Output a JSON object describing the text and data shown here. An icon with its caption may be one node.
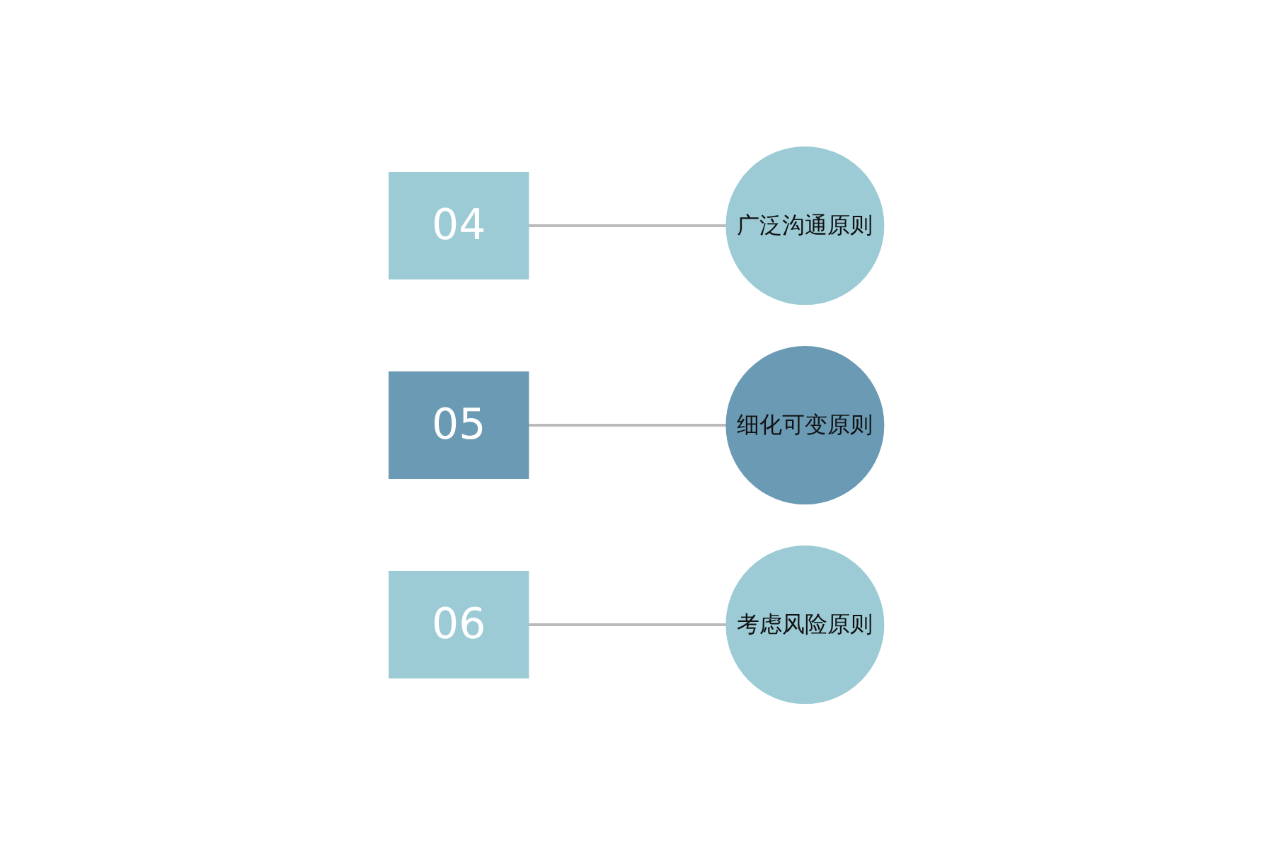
{
  "diagram": {
    "nodes": [
      {
        "text": [
          "04"
        ]
      },
      {
        "text": [
          "广泛沟通原则"
        ]
      },
      {
        "text": [
          "05"
        ]
      },
      {
        "text": [
          "细化可变原则"
        ]
      },
      {
        "text": [
          "06"
        ]
      },
      {
        "text": [
          "考虑风险原则"
        ]
      }
    ],
    "edges": [
      {
        "from": 0,
        "to": 1,
        "arrow": "none"
      },
      {
        "from": 2,
        "to": 3,
        "arrow": "none"
      },
      {
        "from": 4,
        "to": 5,
        "arrow": "none"
      }
    ]
  }
}
